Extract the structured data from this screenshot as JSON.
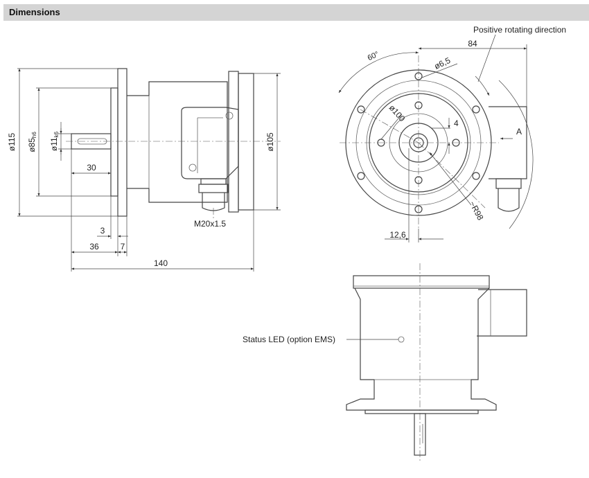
{
  "header": {
    "title": "Dimensions"
  },
  "side_view": {
    "dia_flange": "ø115",
    "dia_spigot_main": "ø85",
    "dia_spigot_tol": "h6",
    "dia_shaft_main": "ø11",
    "dia_shaft_tol": "k6",
    "shaft_length": "30",
    "spigot_depth": "3",
    "shaft_to_flange": "36",
    "flange_thickness": "7",
    "overall_length": "140",
    "cover_diameter": "ø105",
    "cable_gland": "M20x1.5"
  },
  "front_view": {
    "rotation_label": "Positive rotating direction",
    "angle": "60°",
    "hole_dia": "ø6,5",
    "width_to_box": "84",
    "bolt_circle": "ø100",
    "key_offset": "4",
    "arrow_label": "A",
    "radius": "~R98",
    "key_width": "12,6"
  },
  "bottom_view": {
    "status_led_label": "Status LED (option EMS)"
  }
}
